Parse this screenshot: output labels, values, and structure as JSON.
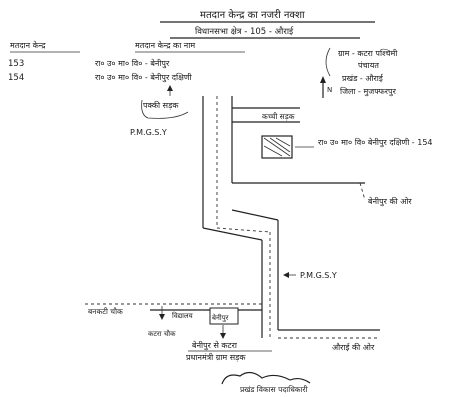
{
  "title": {
    "line1": "मतदान केन्द्र का नजरी नक्शा",
    "line2": "विधानसभा क्षेत्र - 105 - औराई"
  },
  "booth": {
    "number_label": "मतदान केन्द्र",
    "name_label": "मतदान केन्द्र का नाम",
    "entries": [
      {
        "num": "153",
        "name": "रा० उ० मा० वि० - बेनीपुर"
      },
      {
        "num": "154",
        "name": "रा० उ० मा० वि० - बेनीपुर दक्षिणी"
      }
    ]
  },
  "location": {
    "village": "ग्राम - कटरा पश्चिमी",
    "panchayat": "पंचायत",
    "block": "प्रखंड - औराई",
    "district": "जिला - मुजफ्फरपुर"
  },
  "compass": {
    "label": "N"
  },
  "labels": {
    "road_top": "पक्की सड़क",
    "pmgsy_top": "P.M.G.S.Y",
    "road_branch": "कच्ची सड़क",
    "school": "रा० उ० मा० वि० बेनीपुर दक्षिणी - 154",
    "to_village_right": "बेनीपुर की ओर",
    "pmgsy_mid": "P.M.G.S.Y",
    "to_left": "बनकटी चौक",
    "box_left": "बेनीपुर",
    "box_label": "विद्यालय",
    "arrow_left": "कटरा चौक",
    "bottom_center_1": "बेनीपुर से कटरा",
    "bottom_center_2": "प्रधानमंत्री ग्राम सड़क",
    "bottom_right": "औराई की ओर",
    "signature": "प्रखंड विकास पदाधिकारी"
  }
}
